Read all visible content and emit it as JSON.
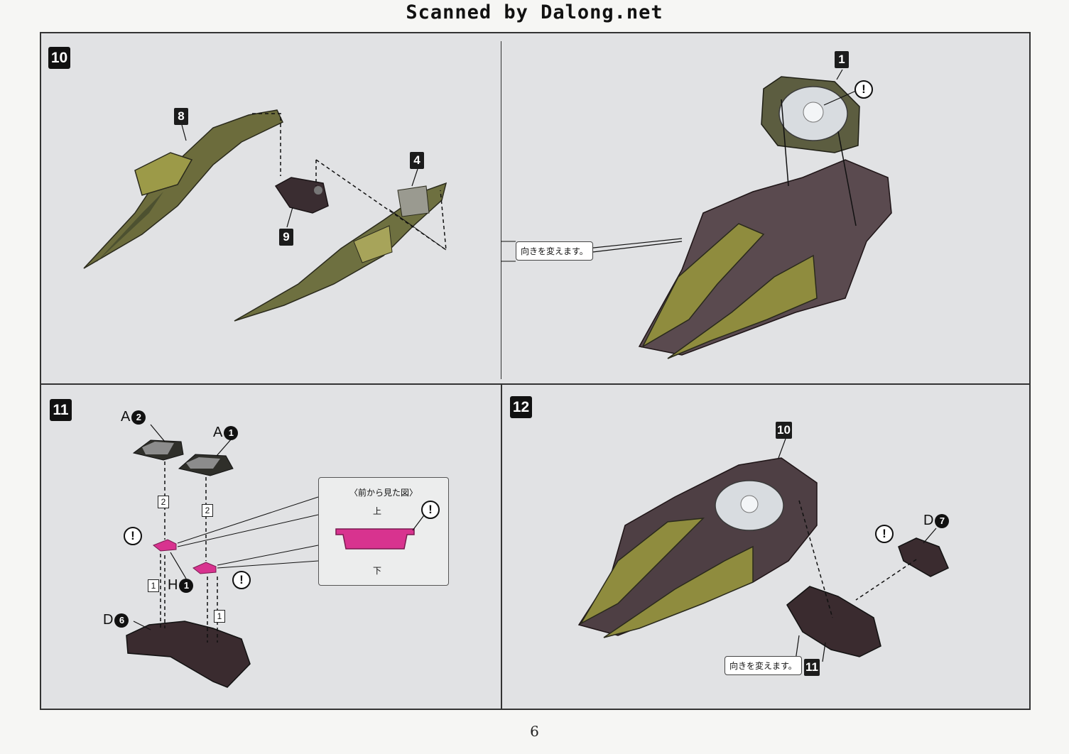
{
  "header": {
    "title": "Scanned by Dalong.net"
  },
  "page_number": "6",
  "colors": {
    "olive": "#8f8c3e",
    "dark_olive": "#4f5234",
    "dark_part": "#3a2c30",
    "magenta": "#d8338f",
    "panel_bg": "#e1e2e4"
  },
  "steps": {
    "s10": {
      "number": "10",
      "callouts": {
        "c8": "8",
        "c9": "9",
        "c4": "4"
      }
    },
    "s10b": {
      "callouts": {
        "c1": "1"
      },
      "note": "向きを変えます。"
    },
    "s11": {
      "number": "11",
      "labels": {
        "a2": "A",
        "a2n": "2",
        "a1": "A",
        "a1n": "1",
        "h1": "H",
        "h1n": "1",
        "d6": "D",
        "d6n": "6"
      },
      "boxes": {
        "b2a": "2",
        "b2b": "2",
        "b1a": "1",
        "b1b": "1"
      },
      "inset": {
        "title": "〈前から見た図〉",
        "top": "上",
        "bottom": "下"
      }
    },
    "s12": {
      "number": "12",
      "callouts": {
        "c10": "10",
        "c11": "11"
      },
      "labels": {
        "d7": "D",
        "d7n": "7"
      },
      "note": "向きを変えます。"
    }
  },
  "warning_symbol": "!"
}
